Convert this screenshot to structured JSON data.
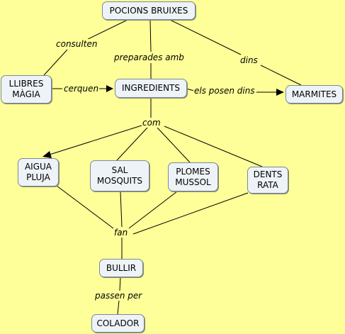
{
  "concepts": {
    "pocions": "POCIONS BRUIXES",
    "llibres": "LLIBRES\nMÀGIA",
    "ingredients": "INGREDIENTS",
    "marmites": "MARMITES",
    "aigua": "AIGUA\nPLUJA",
    "sal": "SAL\nMOSQUITS",
    "plomes": "PLOMES\nMUSSOL",
    "dents": "DENTS\nRATA",
    "bullir": "BULLIR",
    "colador": "COLADOR"
  },
  "links": {
    "consulten": "consulten",
    "preparades": "preparades amb",
    "dins": "dins",
    "cerquen": "cerquen",
    "posen": "els posen dins",
    "com": "com",
    "fan": "fan",
    "passen": "passen per"
  }
}
